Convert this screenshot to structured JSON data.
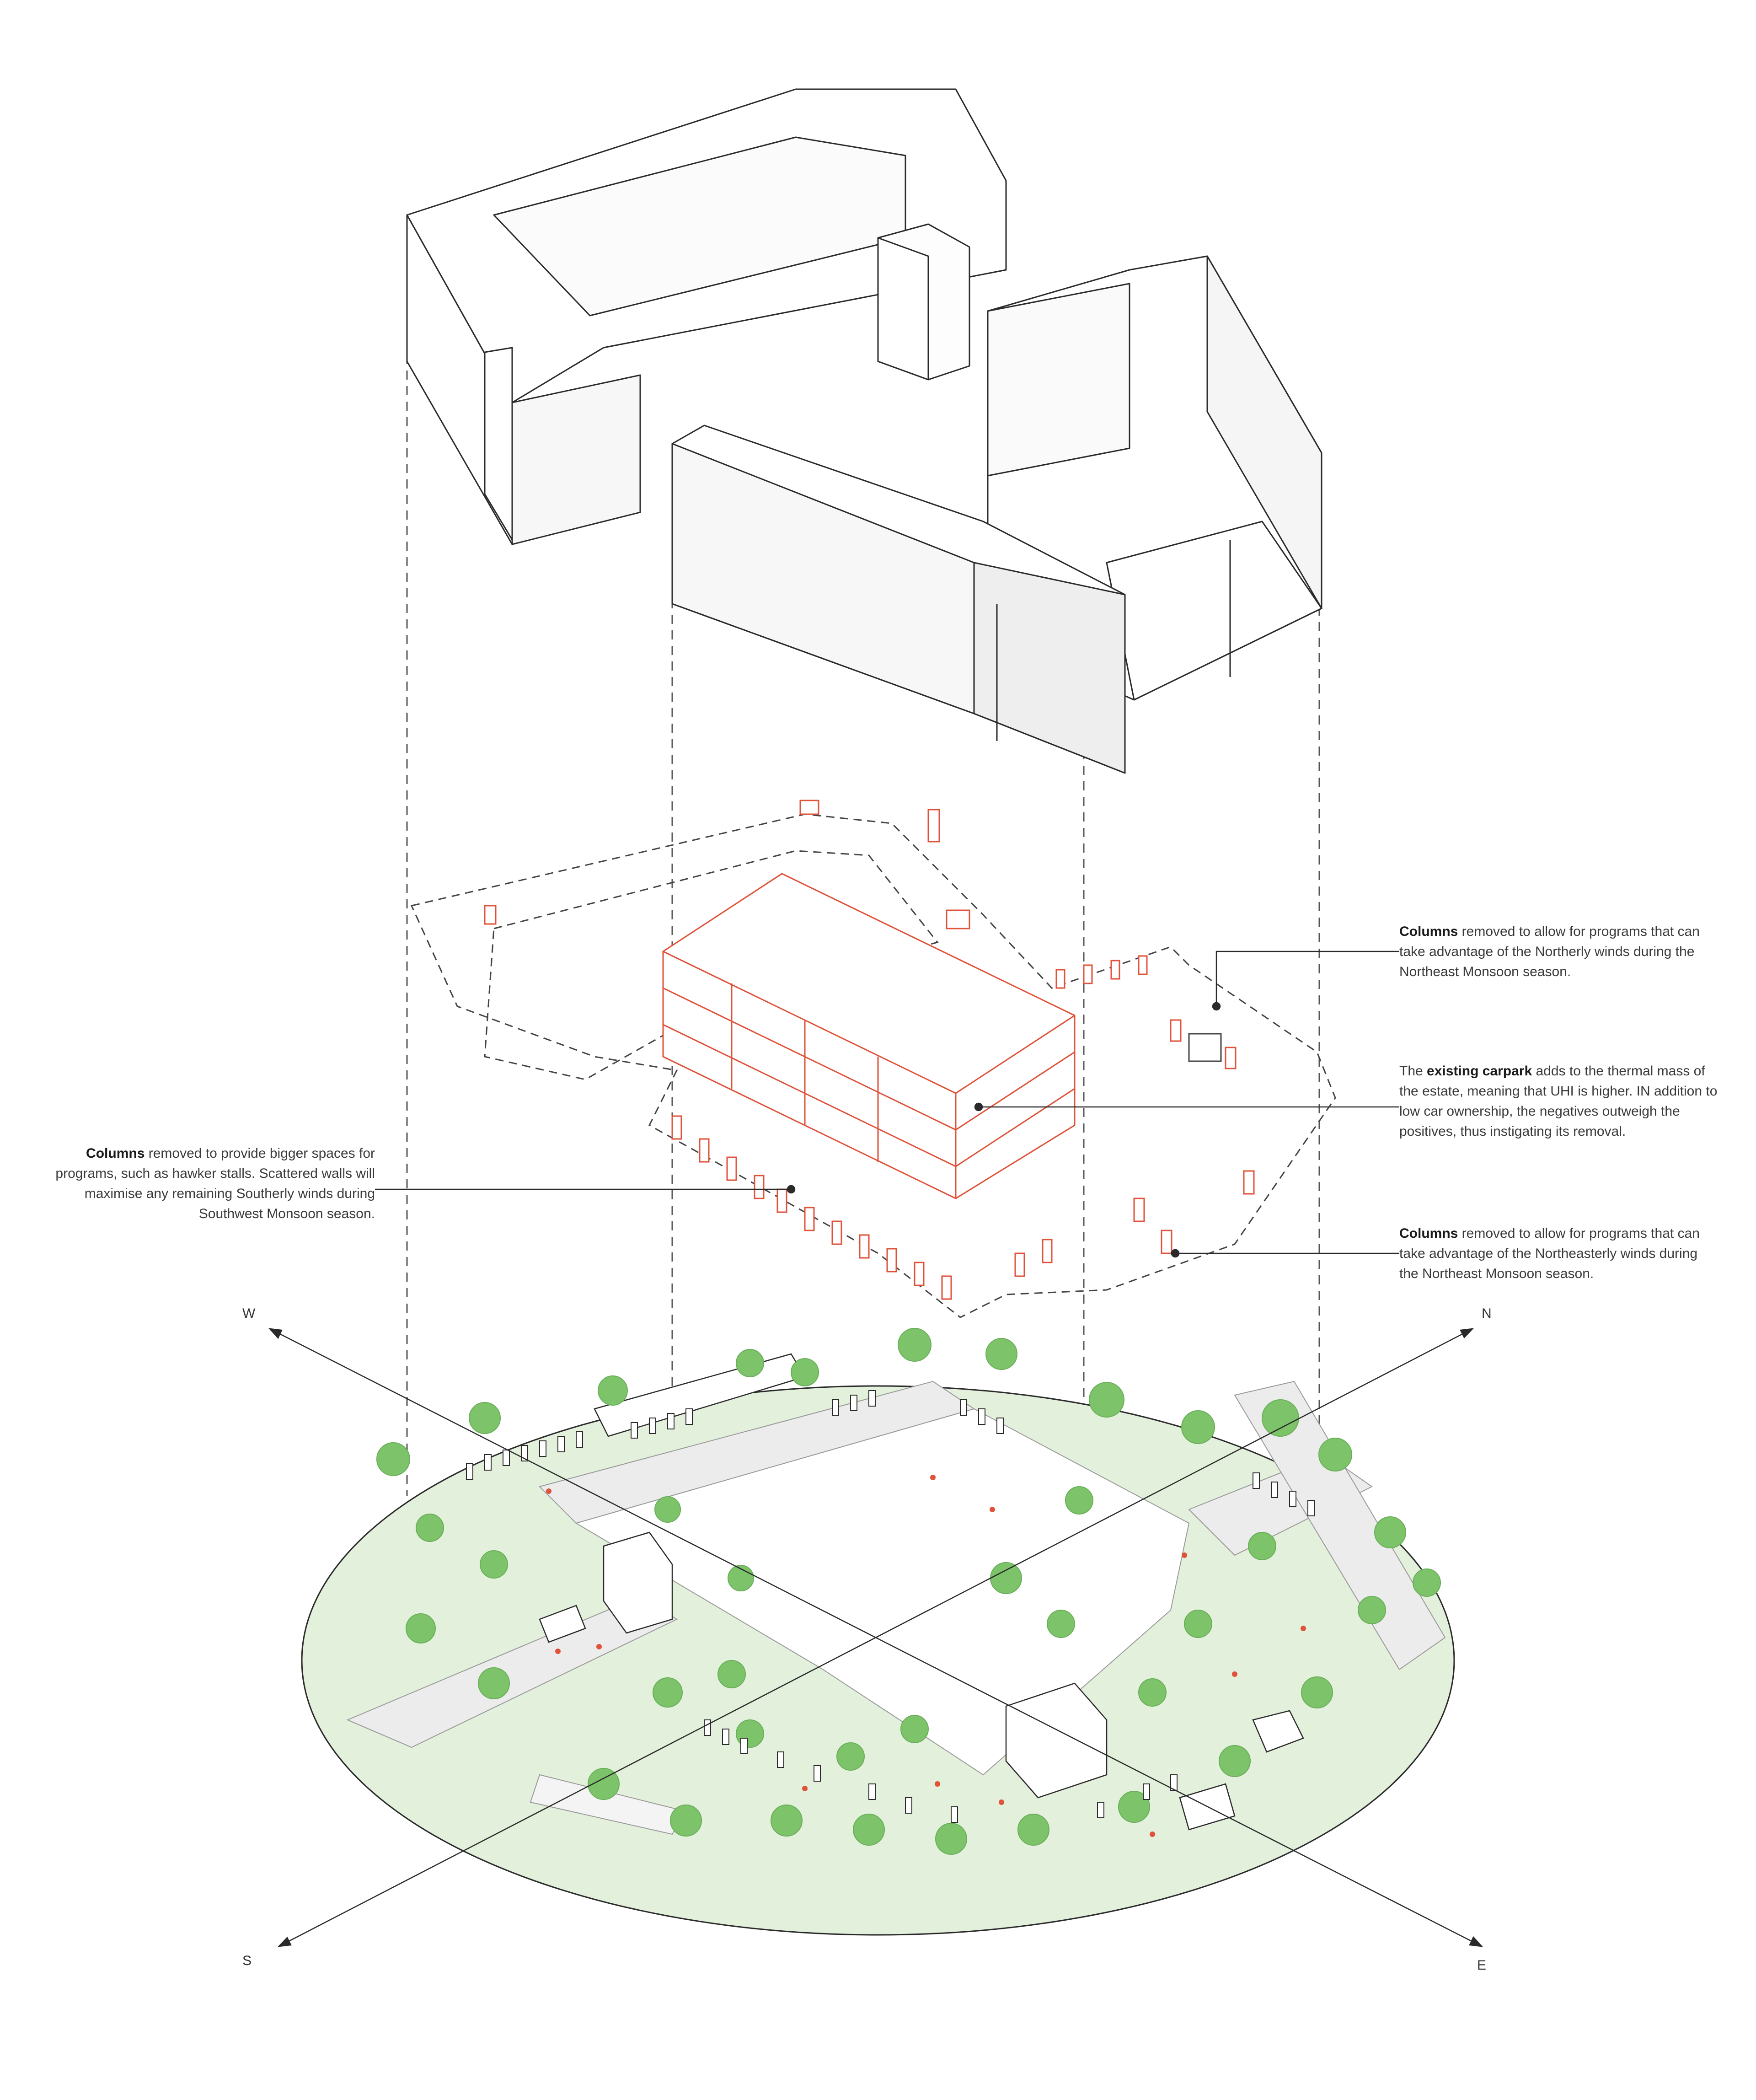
{
  "colors": {
    "accent": "#e0523a",
    "ground": "#e3f0dc",
    "tree": "#7cc36a",
    "road": "#ececec",
    "line": "#2a2a2a"
  },
  "annotations": [
    {
      "id": "north-columns",
      "bold": "Columns",
      "rest": " removed to allow for programs that can take advantage of the Northerly winds during the Northeast Monsoon season."
    },
    {
      "id": "carpark",
      "pre": "The ",
      "bold": "existing carpark",
      "rest": " adds to the thermal mass of the estate, meaning that UHI is higher. IN addition to low car ownership, the negatives outweigh the positives, thus instigating its removal."
    },
    {
      "id": "south-columns",
      "bold": "Columns",
      "rest": " removed to provide bigger spaces for programs, such as hawker stalls. Scattered walls will maximise any remaining Southerly winds during Southwest Monsoon season."
    },
    {
      "id": "northeast-columns",
      "bold": "Columns",
      "rest": " removed to allow for programs that can take advantage of the Northeasterly winds during the Northeast Monsoon season."
    }
  ],
  "compass": {
    "w": "W",
    "n": "N",
    "s": "S",
    "e": "E"
  }
}
